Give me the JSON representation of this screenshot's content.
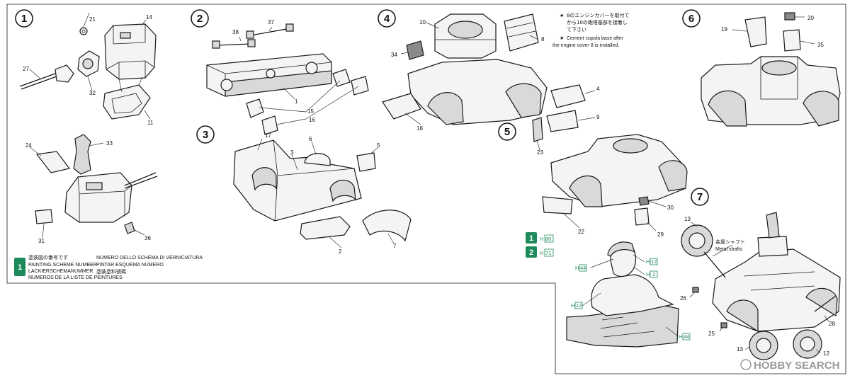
{
  "steps": [
    "1",
    "2",
    "3",
    "4",
    "5",
    "6",
    "7"
  ],
  "part_numbers": {
    "s1": [
      "21",
      "14",
      "27",
      "32",
      "11",
      "24",
      "33",
      "31",
      "36"
    ],
    "s2": [
      "38",
      "37",
      "1",
      "15",
      "16"
    ],
    "s3": [
      "17",
      "3",
      "6",
      "5",
      "2",
      "7"
    ],
    "s4": [
      "10",
      "34",
      "8",
      "18"
    ],
    "s5": [
      "4",
      "9",
      "23",
      "22",
      "30",
      "29"
    ],
    "s6": [
      "19",
      "20",
      "35"
    ],
    "s7": [
      "13",
      "26",
      "25",
      "13",
      "12",
      "28"
    ]
  },
  "note_jp": [
    "8のエンジンカバーを取付て",
    "から10の砲塔基部を接着し",
    "て下さい"
  ],
  "note_en": [
    "Cement cupola base after",
    "the engine cover 8 is installed."
  ],
  "note_star": "★",
  "metal_shafts_jp": "金属シャフト",
  "metal_shafts_en": "Metal shafts",
  "legend": {
    "jp": "塗装図の番号です",
    "lines": [
      "PAINTING SCHEME NUMBER",
      "LACKIERSCHEMANUMMER",
      "NUMEROS DE LA LISTE DE PEINTURES"
    ],
    "right": [
      "NUMERO DELLO SCHEMA DI VERNICIATURA",
      "PINTAR ESQUEMA NUMERO",
      "塗裝塗料號碼"
    ],
    "badge": "1"
  },
  "paint_badges": [
    {
      "badge": "1",
      "code": "H",
      "box": "80"
    },
    {
      "badge": "2",
      "code": "H",
      "box": "71"
    }
  ],
  "figure_callouts": [
    {
      "code": "H",
      "box": "12"
    },
    {
      "code": "H",
      "box": "44"
    },
    {
      "code": "H",
      "box": "2"
    },
    {
      "code": "H",
      "box": "12"
    },
    {
      "code": "H",
      "box": "44"
    }
  ],
  "watermark": "HOBBY SEARCH",
  "colors": {
    "paint_green": "#1d8a5a",
    "line": "#1a1a1a",
    "watermark": "#9a9a9a"
  }
}
